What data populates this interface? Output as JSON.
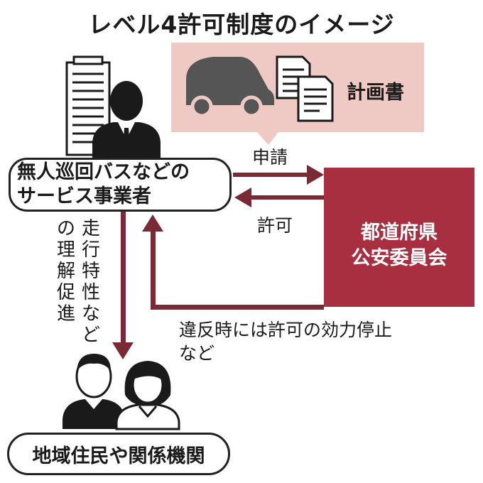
{
  "title": "レベル4許可制度のイメージ",
  "nodes": {
    "plan": {
      "label": "計画書"
    },
    "operator": {
      "line1": "無人巡回バスなどの",
      "line2": "サービス事業者"
    },
    "police": {
      "line1": "都道府県",
      "line2": "公安委員会"
    },
    "residents": {
      "label": "地域住民や関係機関"
    }
  },
  "edges": {
    "apply": {
      "label": "申請"
    },
    "permit": {
      "label": "許可"
    },
    "understanding": {
      "col1": "走行特性など",
      "col2": "の理解促進"
    },
    "suspension": {
      "line1": "違反時には許可の効力停止",
      "line2": "など"
    }
  },
  "colors": {
    "accent": "#a72f40",
    "arrow": "#7b2a35",
    "plan_bg": "#efc9c3",
    "icon": "#1a1a1a"
  }
}
